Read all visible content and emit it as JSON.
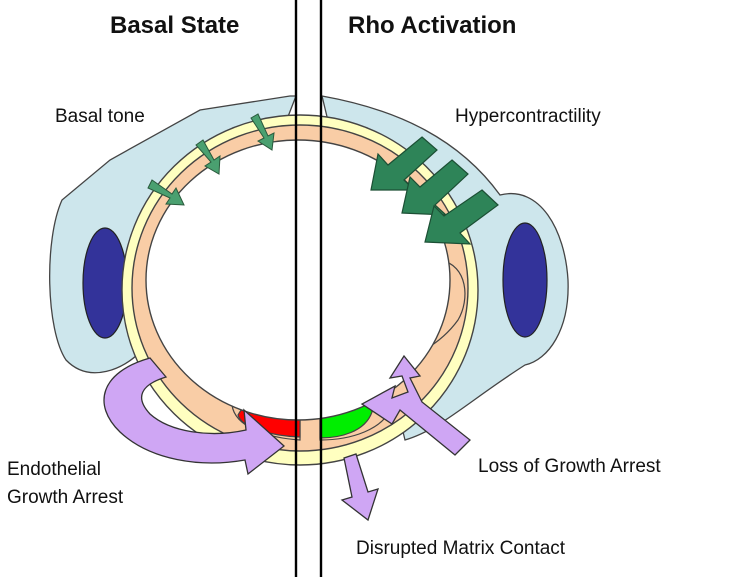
{
  "headings": {
    "left": "Basal State",
    "right": "Rho Activation"
  },
  "labels": {
    "basal_tone": "Basal tone",
    "hypercontractility": "Hypercontractility",
    "endothelial_line1": "Endothelial",
    "endothelial_line2": "Growth Arrest",
    "loss_growth_arrest": "Loss of Growth Arrest",
    "disrupted_matrix": "Disrupted Matrix Contact"
  },
  "colors": {
    "smooth_muscle": "#f9cda6",
    "elastic_lamina": "#ffffc0",
    "adventitia_cell": "#cde6ec",
    "nucleus": "#33339a",
    "endothelial_basal": "#ff0000",
    "endothelial_activated": "#00ee00",
    "small_arrow": "#4aa070",
    "big_arrow": "#2e8458",
    "signal_arrow": "#cfa6f4",
    "divider": "#000000"
  }
}
